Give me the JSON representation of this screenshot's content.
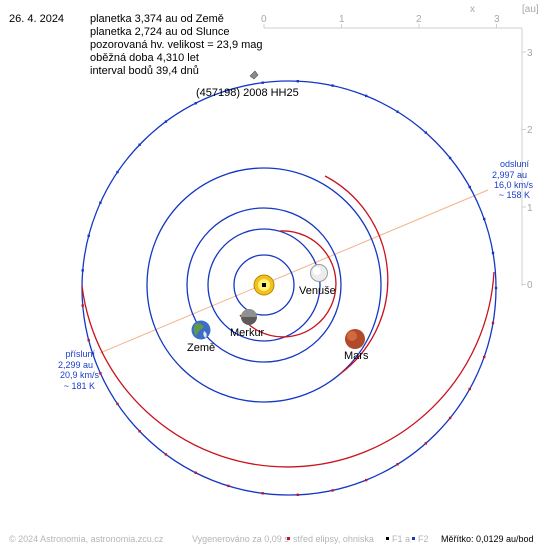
{
  "date": "26. 4. 2024",
  "info": [
    "planetka 3,374 au od Země",
    "planetka 2,724 au od Slunce",
    "pozorovaná hv. velikost = 23,9 mag",
    "oběžná doba 4,310 let",
    "interval bodů 39,4 dnů"
  ],
  "object_name": "(457198) 2008 HH25",
  "axes": {
    "x_unit": "x",
    "y_unit": "[au]",
    "x_ticks": [
      "0",
      "1",
      "2",
      "3"
    ],
    "y_ticks": [
      "3",
      "2",
      "1",
      "0"
    ]
  },
  "aphelion": {
    "title": "odsluní",
    "distance": "2,997 au",
    "speed": "16,0 km/s",
    "temperature": "~ 158 K"
  },
  "perihelion": {
    "title": "přísluní",
    "distance": "2,299 au",
    "speed": "20,9 km/s",
    "temperature": "~ 181 K"
  },
  "planets": {
    "earth": "Země",
    "venus": "Venuše",
    "mercury": "Merkur",
    "mars": "Mars"
  },
  "footer": {
    "copyright": "© 2024 Astronomia, astronomia.zcu.cz",
    "generated": "Vygenerováno za 0,09 s",
    "legend_center": "střed elipsy, ohniska",
    "legend_f1": "F1 a",
    "legend_f2": "F2",
    "scale": "Měřítko: 0,0129 au/bod"
  },
  "colors": {
    "orbit_blue": "#1437c4",
    "orbit_red": "#c8141e",
    "apsides_line": "#f3b48a",
    "axis_gray": "#c8c8c8"
  }
}
